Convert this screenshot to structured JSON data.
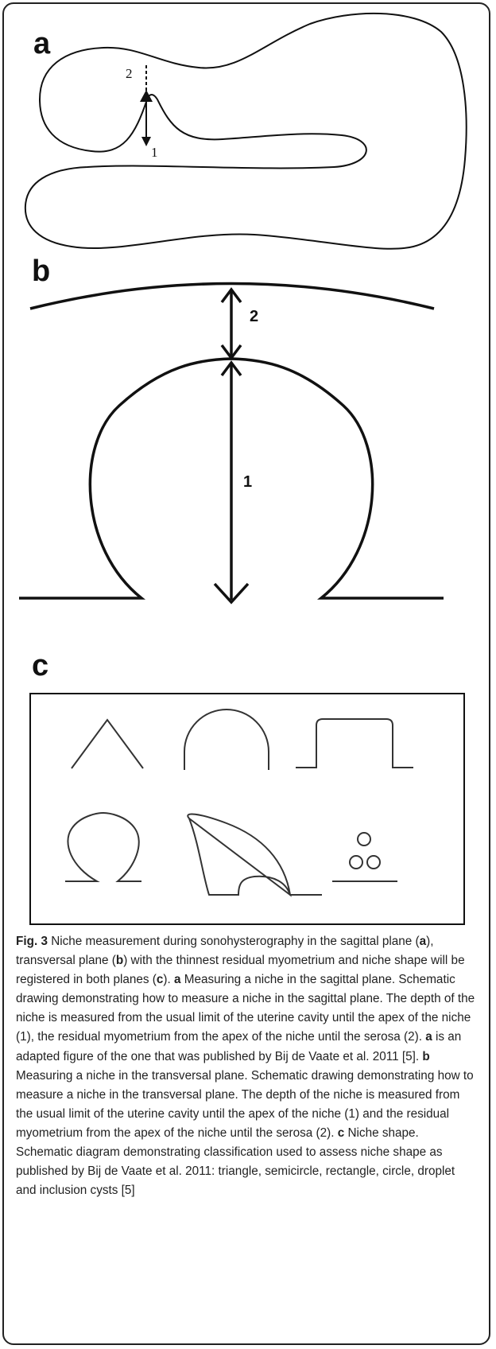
{
  "figure": {
    "panels": {
      "a": {
        "letter": "a",
        "label_1": "1",
        "label_2": "2"
      },
      "b": {
        "letter": "b",
        "label_1": "1",
        "label_2": "2"
      },
      "c": {
        "letter": "c",
        "shapes": [
          "triangle",
          "semicircle",
          "rectangle",
          "circle",
          "droplet",
          "inclusion cysts"
        ]
      }
    },
    "caption": {
      "fig_label": "Fig. 3",
      "text_1": " Niche measurement during sonohysterography in the sagittal plane (",
      "bold_a1": "a",
      "text_2": "), transversal plane (",
      "bold_b1": "b",
      "text_3": ") with the thinnest residual myometrium and niche shape will be registered in both planes (",
      "bold_c1": "c",
      "text_4": "). ",
      "bold_a2": "a",
      "text_5": " Measuring a niche in the sagittal plane. Schematic drawing demonstrating how to measure a niche in the sagittal plane. The depth of the niche is measured from the usual limit of the uterine cavity until the apex of the niche (1), the residual myometrium from the apex of the niche until the serosa (2). ",
      "bold_a3": "a",
      "text_6": " is an adapted figure of the one that was published by Bij de Vaate et al. 2011 [5]. ",
      "bold_b2": "b",
      "text_7": " Measuring a niche in the transversal plane. Schematic drawing demonstrating how to measure a niche in the transversal plane. The depth of the niche is measured from the usual limit of the uterine cavity until the apex of the niche (1) and the residual myometrium from the apex of the niche until the serosa (2). ",
      "bold_c2": "c",
      "text_8": " Niche shape. Schematic diagram demonstrating classification used to assess niche shape as published by Bij de Vaate et al. 2011: triangle, semicircle, rectangle, circle, droplet and inclusion cysts [5]"
    }
  }
}
